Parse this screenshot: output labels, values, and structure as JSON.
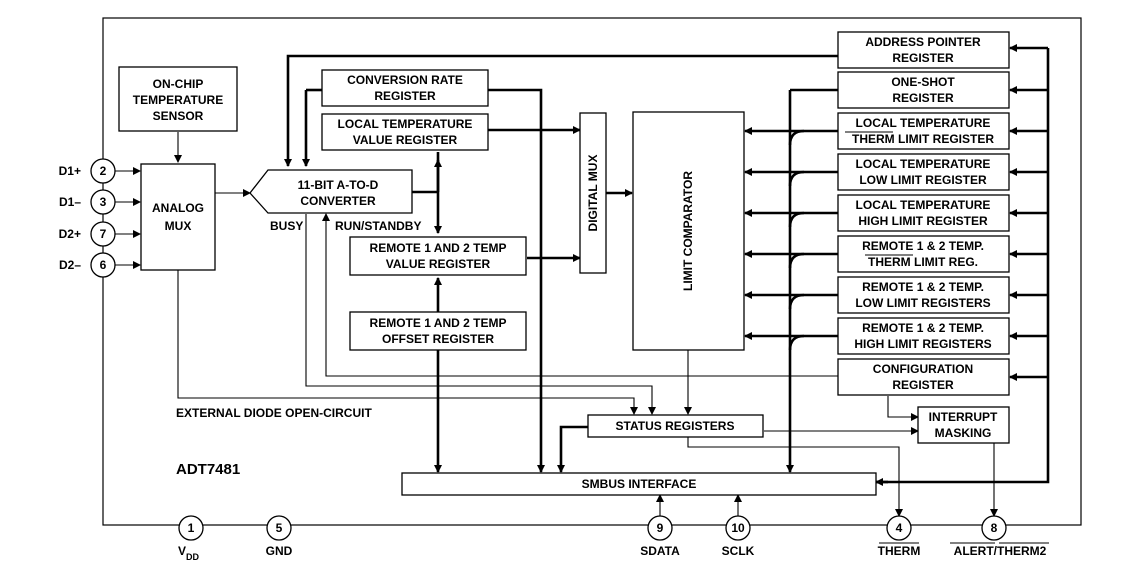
{
  "blocks": {
    "sensor": [
      "ON-CHIP",
      "TEMPERATURE",
      "SENSOR"
    ],
    "analog_mux": [
      "ANALOG",
      "MUX"
    ],
    "adc": [
      "11-BIT A-TO-D",
      "CONVERTER"
    ],
    "conv_rate": [
      "CONVERSION RATE",
      "REGISTER"
    ],
    "local_value": [
      "LOCAL TEMPERATURE",
      "VALUE REGISTER"
    ],
    "remote_value": [
      "REMOTE 1 AND 2 TEMP",
      "VALUE REGISTER"
    ],
    "remote_offset": [
      "REMOTE 1 AND 2 TEMP",
      "OFFSET REGISTER"
    ],
    "digital_mux": "DIGITAL MUX",
    "limit_comparator": "LIMIT COMPARATOR",
    "status": "STATUS REGISTERS",
    "smbus": "SMBUS INTERFACE",
    "interrupt": [
      "INTERRUPT",
      "MASKING"
    ],
    "address_pointer": [
      "ADDRESS POINTER",
      "REGISTER"
    ],
    "one_shot": [
      "ONE-SHOT",
      "REGISTER"
    ],
    "local_therm": [
      "LOCAL TEMPERATURE",
      "THERM LIMIT REGISTER"
    ],
    "local_low": [
      "LOCAL TEMPERATURE",
      "LOW LIMIT REGISTER"
    ],
    "local_high": [
      "LOCAL TEMPERATURE",
      "HIGH LIMIT REGISTER"
    ],
    "remote_therm": [
      "REMOTE 1 & 2 TEMP.",
      "THERM LIMIT REG."
    ],
    "remote_low": [
      "REMOTE 1 & 2 TEMP.",
      "LOW LIMIT REGISTERS"
    ],
    "remote_high": [
      "REMOTE 1 & 2 TEMP.",
      "HIGH LIMIT REGISTERS"
    ],
    "configuration": [
      "CONFIGURATION",
      "REGISTER"
    ]
  },
  "signals": {
    "busy": "BUSY",
    "run_standby": "RUN/STANDBY",
    "open_circuit": "EXTERNAL DIODE OPEN-CIRCUIT"
  },
  "pins_left": [
    {
      "num": "2",
      "name": "D1+"
    },
    {
      "num": "3",
      "name": "D1–"
    },
    {
      "num": "7",
      "name": "D2+"
    },
    {
      "num": "6",
      "name": "D2–"
    }
  ],
  "pins_bottom": [
    {
      "num": "1",
      "name": "V",
      "sub": "DD"
    },
    {
      "num": "5",
      "name": "GND"
    },
    {
      "num": "9",
      "name": "SDATA"
    },
    {
      "num": "10",
      "name": "SCLK"
    },
    {
      "num": "4",
      "name": "THERM"
    },
    {
      "num": "8",
      "name": "ALERT/THERM2"
    }
  ],
  "device": "ADT7481"
}
